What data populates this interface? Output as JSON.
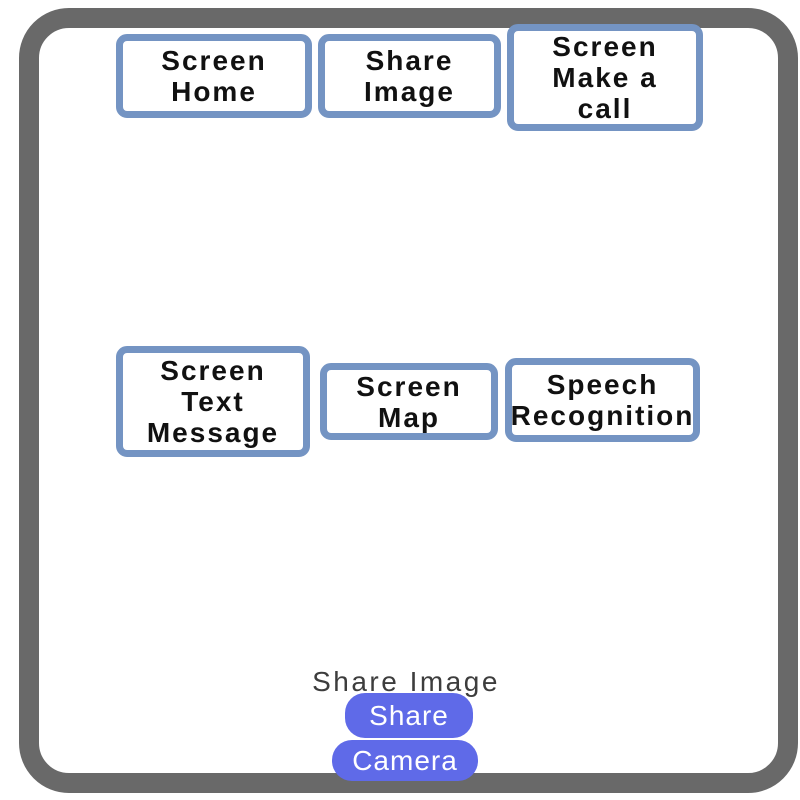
{
  "colors": {
    "frame": "#696969",
    "nav_border": "#7494c3",
    "nav_text": "#111111",
    "accent": "#5f6ae8",
    "pill_text": "#ffffff",
    "label_text": "#3d3d3d"
  },
  "nav": {
    "row1": [
      {
        "id": "screen-home",
        "label": "Screen\nHome"
      },
      {
        "id": "share-image",
        "label": "Share\nImage"
      },
      {
        "id": "screen-make-a-call",
        "label": "Screen\nMake a\ncall"
      }
    ],
    "row2": [
      {
        "id": "screen-text-message",
        "label": "Screen\nText\nMessage"
      },
      {
        "id": "screen-map",
        "label": "Screen\nMap"
      },
      {
        "id": "speech-recognition",
        "label": "Speech\nRecognition"
      }
    ]
  },
  "panel": {
    "label": "Share Image",
    "buttons": [
      {
        "id": "share",
        "label": "Share"
      },
      {
        "id": "camera",
        "label": "Camera"
      }
    ]
  }
}
